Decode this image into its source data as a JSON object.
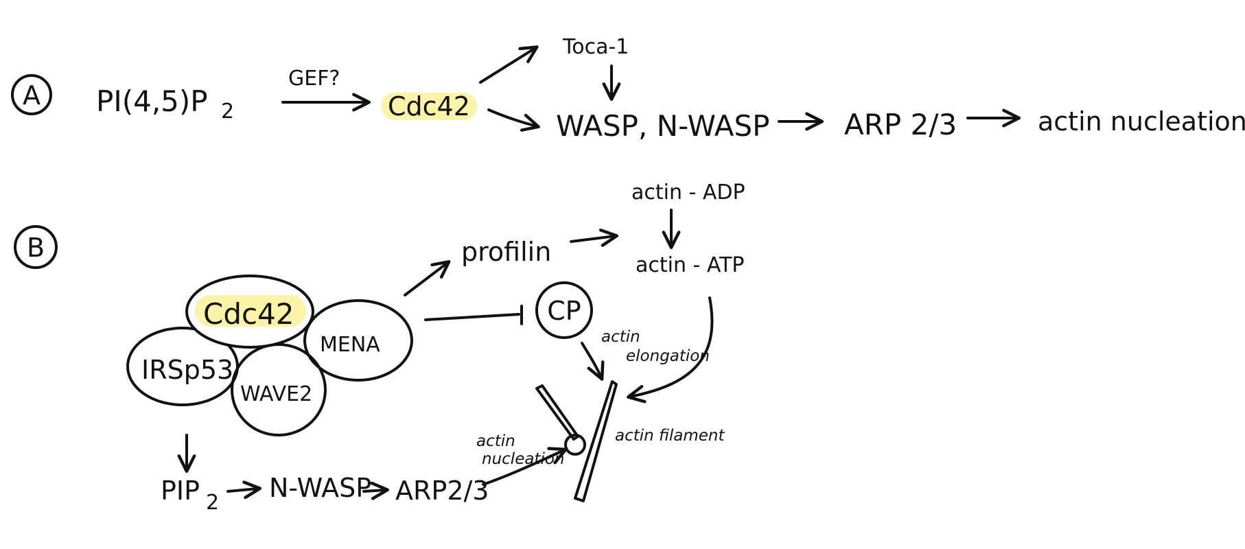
{
  "colors": {
    "ink": "#111111",
    "highlight": "#fbf3a8"
  },
  "panel_a": {
    "label": "A",
    "pip2": "PI(4,5)P",
    "pip2_sub": "2",
    "gef": "GEF?",
    "cdc42": "Cdc42",
    "toca": "Toca-1",
    "wasp": "WASP, N-WASP",
    "arp": "ARP 2/3",
    "actin_nucleation": "actin nucleation"
  },
  "panel_b": {
    "label": "B",
    "cdc42": "Cdc42",
    "irsp53": "IRSp53",
    "mena": "MENA",
    "wave2": "WAVE2",
    "profilin": "profilin",
    "actin_adp": "actin - ADP",
    "actin_atp": "actin - ATP",
    "cp": "CP",
    "actin_elongation_1": "actin",
    "actin_elongation_2": "elongation",
    "pip2": "PIP",
    "pip2_sub": "2",
    "nwasp": "N-WASP",
    "arp": "ARP2/3",
    "actin_nucleation_1": "actin",
    "actin_nucleation_2": "nucleation",
    "actin_filament": "actin filament"
  }
}
